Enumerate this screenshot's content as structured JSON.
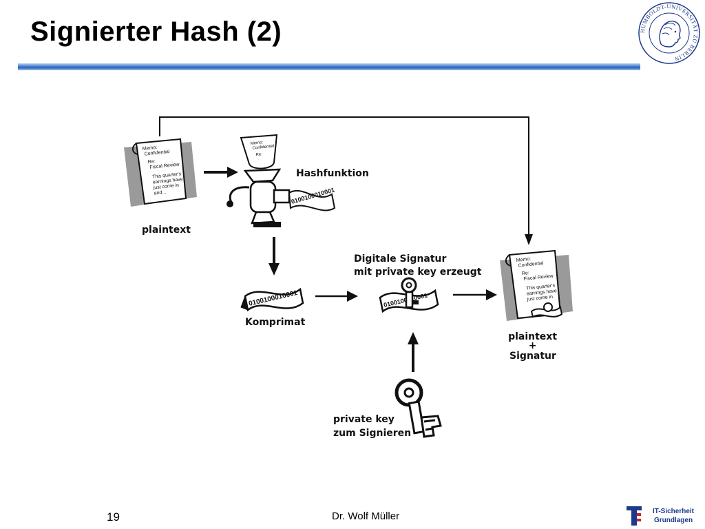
{
  "slide": {
    "title": "Signierter Hash (2)",
    "page_number": "19",
    "author": "Dr. Wolf Müller",
    "course_line1": "IT-Sicherheit",
    "course_line2": "Grundlagen"
  },
  "seal": {
    "text": "HUMBOLDT-UNIVERSITÄT ZU BERLIN"
  },
  "diagram": {
    "hash_function_label": "Hashfunktion",
    "plaintext_label": "plaintext",
    "digest_label": "Komprimat",
    "signature_line1": "Digitale Signatur",
    "signature_line2": "mit private key erzeugt",
    "result_line1": "plaintext",
    "result_line2": "+",
    "result_line3": "Signatur",
    "key_line1": "private key",
    "key_line2": "zum Signieren",
    "bits": "0100100010001",
    "memo": {
      "l1": "Memo:",
      "l2": "Confidential",
      "l3": "Re:",
      "l4": "Fiscal Review",
      "l5": "This quarter's",
      "l6": "earnings have",
      "l7": "just come in",
      "l8": "and..."
    }
  },
  "colors": {
    "rule_blue": "#2a5db8",
    "seal_blue": "#1c3a8a",
    "shadow_gray": "#9a9a9a"
  }
}
